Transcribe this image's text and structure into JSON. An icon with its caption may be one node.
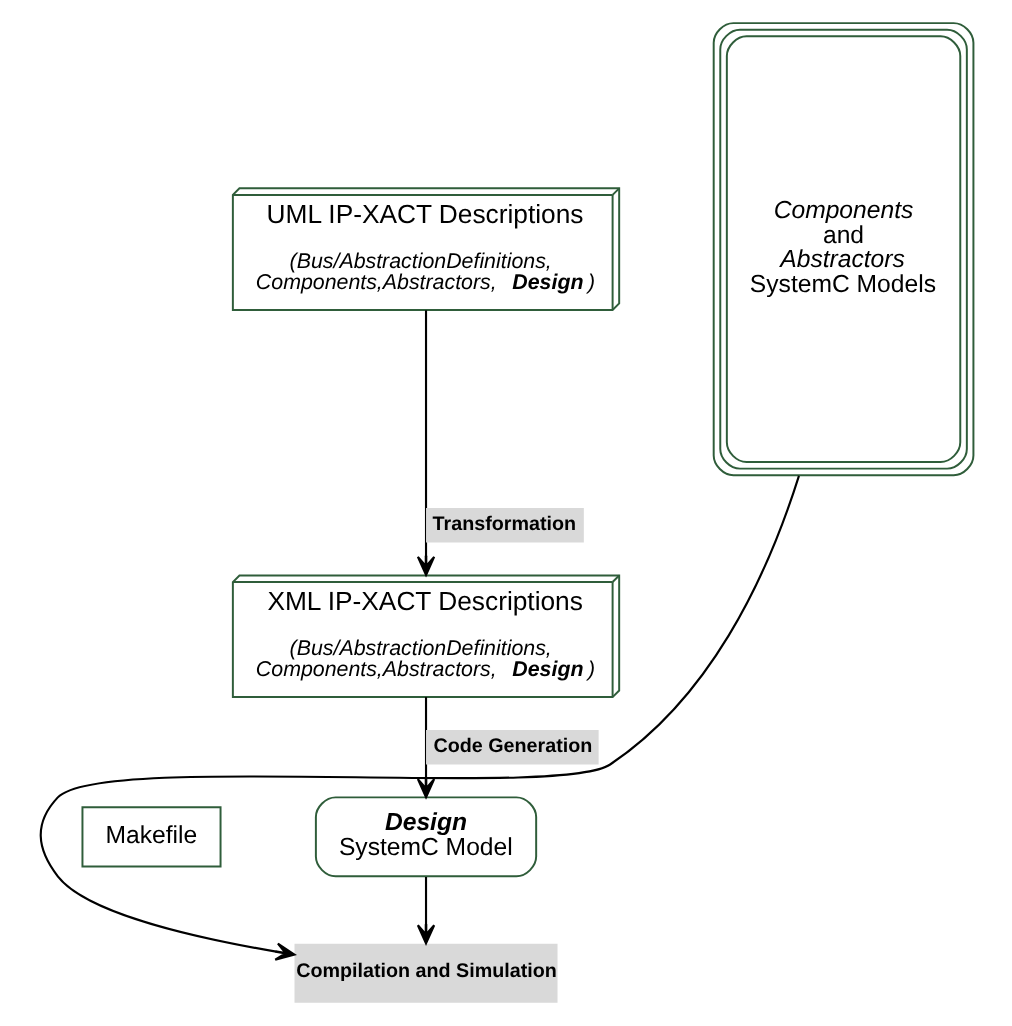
{
  "diagram": {
    "nodes": [
      {
        "text": [
          "UML IP-XACT Descriptions",
          "(Bus/AbstractionDefinitions, Components,Abstractors, **Design**)"
        ]
      },
      {
        "text": [
          "XML IP-XACT Descriptions",
          "(Bus/AbstractionDefinitions, Components,Abstractors, **Design**)"
        ]
      },
      {
        "text": [
          "Makefile"
        ]
      },
      {
        "text": [
          "Design",
          "SystemC Model"
        ]
      },
      {
        "text": [
          "*Components* and *Abstractors* SystemC Models"
        ]
      },
      {
        "text": [
          "Compilation and Simulation"
        ]
      }
    ],
    "edges": [
      {
        "from": 0,
        "to": 1,
        "arrow": "to",
        "label": "Transformation"
      },
      {
        "from": 1,
        "to": 3,
        "arrow": "to",
        "label": "Code Generation"
      },
      {
        "from": 3,
        "to": 5,
        "arrow": "to"
      },
      {
        "from": 4,
        "to": 5,
        "arrow": "to"
      }
    ]
  }
}
